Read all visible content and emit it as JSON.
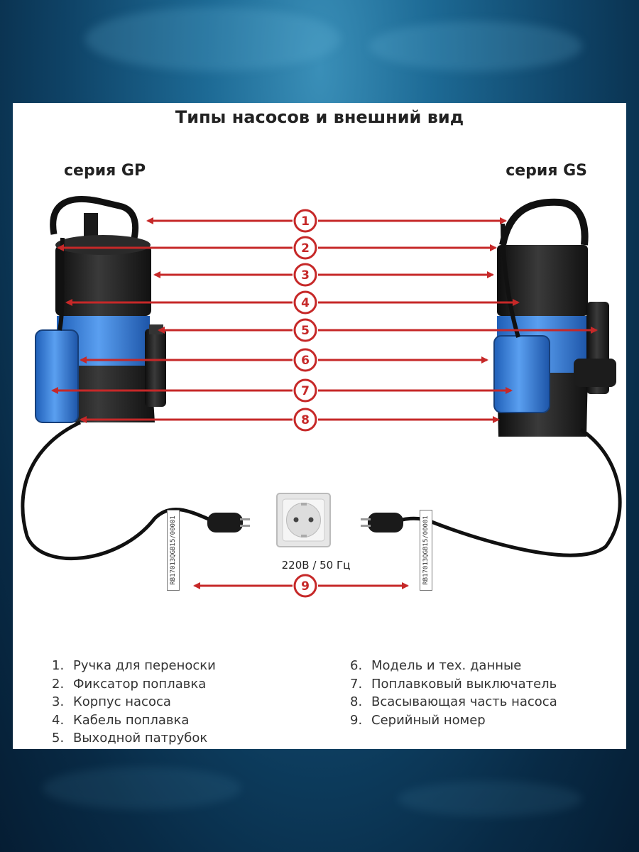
{
  "title": "Типы насосов и внешний вид",
  "series": [
    {
      "label": "серия GP"
    },
    {
      "label": "серия GS"
    }
  ],
  "callouts": [
    "1",
    "2",
    "3",
    "4",
    "5",
    "6",
    "7",
    "8",
    "9"
  ],
  "socket_caption": "220В / 50 Гц",
  "serial_number": "RB17013QGB15/00001",
  "legend": [
    {
      "num": "1.",
      "text": "Ручка для переноски"
    },
    {
      "num": "2.",
      "text": "Фиксатор поплавка"
    },
    {
      "num": "3.",
      "text": "Корпус насоса"
    },
    {
      "num": "4.",
      "text": "Кабель поплавка"
    },
    {
      "num": "5.",
      "text": "Выходной патрубок"
    },
    {
      "num": "6.",
      "text": "Модель и тех. данные"
    },
    {
      "num": "7.",
      "text": "Поплавковый выключатель"
    },
    {
      "num": "8.",
      "text": "Всасывающая часть насоса"
    },
    {
      "num": "9.",
      "text": "Серийный номер"
    }
  ],
  "colors": {
    "arrow": "#c62828",
    "pump_body": "#1e1e1e",
    "pump_blue": "#3c7fd9",
    "panel": "#ffffff"
  }
}
